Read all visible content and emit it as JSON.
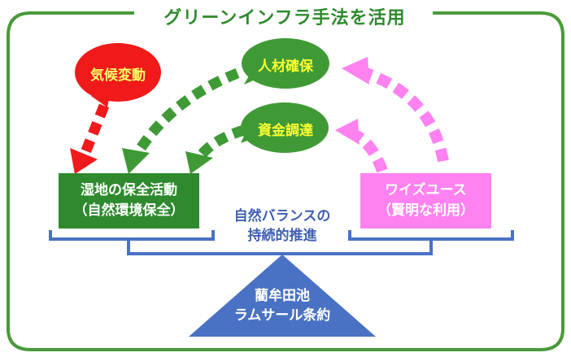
{
  "title": "グリーンインフラ手法を活用",
  "bubbles": {
    "climate": "気候変動",
    "human": "人材確保",
    "funding": "資金調達"
  },
  "boxes": {
    "wetland_line1": "湿地の保全活動",
    "wetland_line2": "（自然環境保全）",
    "wiseuse_line1": "ワイズユース",
    "wiseuse_line2": "（賢明な利用）"
  },
  "center": {
    "line1": "自然バランスの",
    "line2": "持続的推進"
  },
  "base": {
    "line1": "藺牟田池",
    "line2": "ラムサール条約"
  },
  "colors": {
    "frame_green": "#4a9a3a",
    "bubble_green": "#3f9a36",
    "box_green": "#2f8a2f",
    "red": "#f01a1a",
    "magenta": "#ff82f0",
    "blue": "#4a72c4",
    "bubble_text_yellow": "#ffff33",
    "bubble_text_red": "#ffff66"
  }
}
